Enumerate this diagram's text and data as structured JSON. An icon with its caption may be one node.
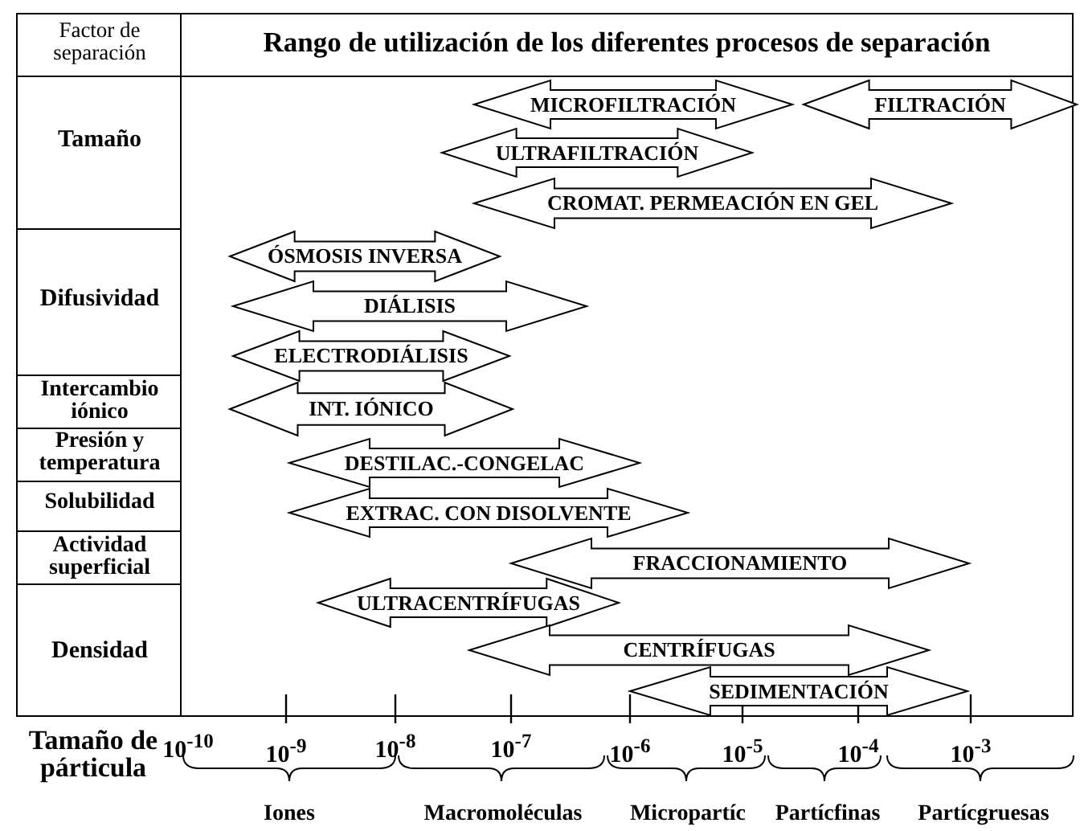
{
  "diagram": {
    "title": "Rango de utilización de los diferentes procesos de separación",
    "nodes": [
      {
        "text": [
          "MICROFILTRACIÓN"
        ]
      },
      {
        "text": [
          "FILTRACIÓN"
        ]
      },
      {
        "text": [
          "ULTRAFILTRACIÓN"
        ]
      },
      {
        "text": [
          "CROMAT. PERMEACIÓN EN GEL"
        ]
      },
      {
        "text": [
          "ÓSMOSIS INVERSA"
        ]
      },
      {
        "text": [
          "DIÁLISIS"
        ]
      },
      {
        "text": [
          "ELECTRODIÁLISIS"
        ]
      },
      {
        "text": [
          "INT. IÓNICO"
        ]
      },
      {
        "text": [
          "DESTILAC.-CONGELAC"
        ]
      },
      {
        "text": [
          "EXTRAC. CON DISOLVENTE"
        ]
      },
      {
        "text": [
          "FRACCIONAMIENTO"
        ]
      },
      {
        "text": [
          "ULTRACENTRÍFUGAS"
        ]
      },
      {
        "text": [
          "CENTRÍFUGAS"
        ]
      },
      {
        "text": [
          "SEDIMENTACIÓN"
        ]
      }
    ],
    "labels": [
      "Factor de separación",
      "Tamaño",
      "Difusividad",
      "Intercambio iónico",
      "Presión y temperatura",
      "Solubilidad",
      "Actividad superficial",
      "Densidad",
      "Tamaño de párticula",
      "10$^{-10}$",
      "10$^{-9}$",
      "10$^{-8}$",
      "10$^{-7}$",
      "10$^{-6}$",
      "10$^{-5}$",
      "10$^{-4}$",
      "10$^{-3}$",
      "Iones",
      "Macromoléculas",
      "Micropartíc",
      "Partícfinas",
      "Partícgruesas"
    ]
  }
}
